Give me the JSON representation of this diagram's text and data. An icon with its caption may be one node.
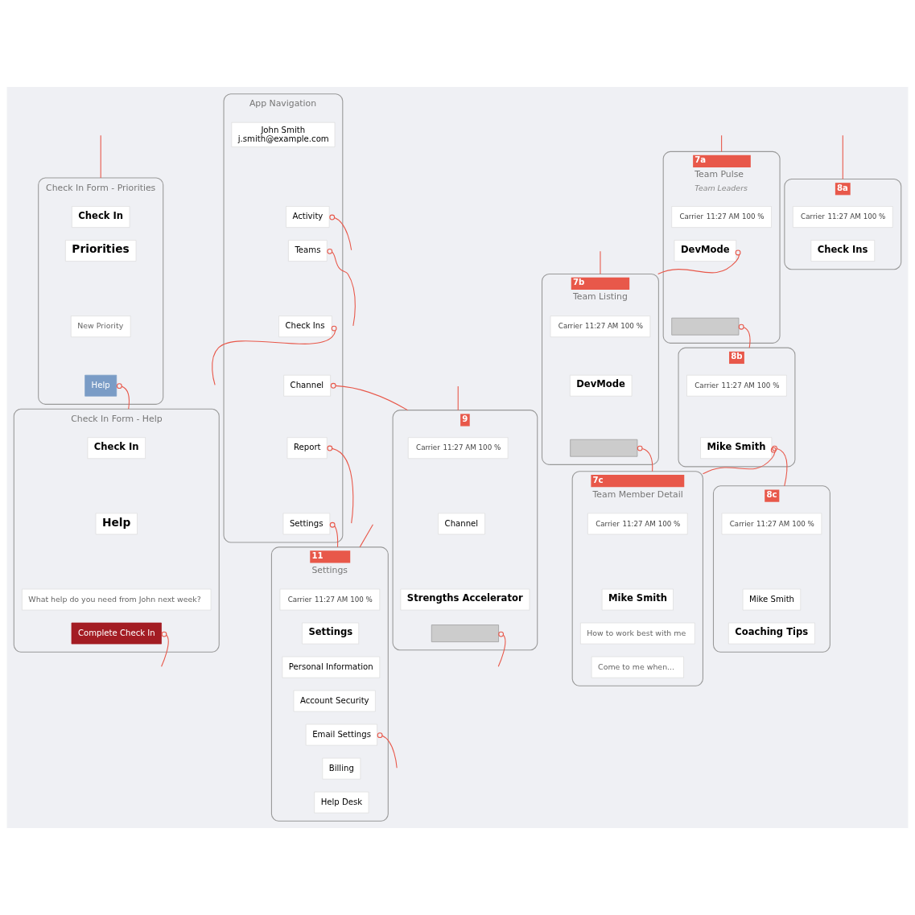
{
  "diagram": {
    "nodes": [
      {
        "text": [
          "Check In Form - Priorities"
        ]
      },
      {
        "text": [
          "Check In"
        ],
        "in": 0
      },
      {
        "text": [
          "Priorities"
        ],
        "in": 0
      },
      {
        "text": [
          "New Priority"
        ],
        "in": 0
      },
      {
        "text": [
          "Help"
        ],
        "in": 0
      },
      {
        "text": [
          "Check In Form - Help"
        ]
      },
      {
        "text": [
          "Check In"
        ],
        "in": 5
      },
      {
        "text": [
          "Help"
        ],
        "in": 5
      },
      {
        "text": [
          "What help do you need from John next week?"
        ],
        "in": 5
      },
      {
        "text": [
          "Complete Check In"
        ],
        "in": 5
      },
      {
        "text": [
          "App Navigation"
        ]
      },
      {
        "text": [
          "John Smith",
          "j.smith@example.com"
        ],
        "in": 10
      },
      {
        "text": [
          "Activity"
        ],
        "in": 10
      },
      {
        "text": [
          "Teams"
        ],
        "in": 10
      },
      {
        "text": [
          "Check Ins"
        ],
        "in": 10
      },
      {
        "text": [
          "Channel"
        ],
        "in": 10
      },
      {
        "text": [
          "Report"
        ],
        "in": 10
      },
      {
        "text": [
          "Settings"
        ],
        "in": 10
      },
      {
        "text": [
          "Team Pulse",
          "Team Leaders"
        ],
        "beside": [
          "7a"
        ]
      },
      {
        "text": [
          "Carrier",
          "11:27 AM",
          "100 %"
        ],
        "in": 18
      },
      {
        "text": [
          "DevMode"
        ],
        "in": 18
      },
      {
        "text": [],
        "shape": "box",
        "in": 18
      },
      {
        "text": [
          "Team Listing"
        ],
        "beside": [
          "7b"
        ]
      },
      {
        "text": [
          "Carrier",
          "11:27 AM",
          "100 %"
        ],
        "in": 22
      },
      {
        "text": [
          "DevMode"
        ],
        "in": 22
      },
      {
        "text": [],
        "shape": "box",
        "in": 22
      },
      {
        "text": [
          "Team Member Detail"
        ],
        "beside": [
          "7c"
        ]
      },
      {
        "text": [
          "Carrier",
          "11:27 AM",
          "100 %"
        ],
        "in": 26
      },
      {
        "text": [
          "Mike Smith"
        ],
        "in": 26
      },
      {
        "text": [
          "How to work best with me"
        ],
        "in": 26
      },
      {
        "text": [
          "Come to me when..."
        ],
        "in": 26
      },
      {
        "text": [
          "Settings"
        ],
        "beside": [
          "11"
        ]
      },
      {
        "text": [
          "Carrier",
          "11:27 AM",
          "100 %"
        ],
        "in": 31
      },
      {
        "text": [
          "Settings"
        ],
        "in": 31
      },
      {
        "text": [
          "Personal Information"
        ],
        "in": 31
      },
      {
        "text": [
          "Account Security"
        ],
        "in": 31
      },
      {
        "text": [
          "Email Settings"
        ],
        "in": 31
      },
      {
        "text": [
          "Billing"
        ],
        "in": 31
      },
      {
        "text": [
          "Help Desk"
        ],
        "in": 31
      },
      {
        "text": [],
        "shape": "box",
        "beside": [
          "8a"
        ]
      },
      {
        "text": [
          "Carrier",
          "11:27 AM",
          "100 %"
        ],
        "in": 39
      },
      {
        "text": [
          "Check Ins"
        ],
        "in": 39
      },
      {
        "text": [],
        "shape": "box",
        "beside": [
          "8b"
        ]
      },
      {
        "text": [
          "Carrier",
          "11:27 AM",
          "100 %"
        ],
        "in": 42
      },
      {
        "text": [
          "Mike Smith"
        ],
        "in": 42
      },
      {
        "text": [],
        "shape": "box",
        "beside": [
          "8c"
        ]
      },
      {
        "text": [
          "Carrier",
          "11:27 AM",
          "100 %"
        ],
        "in": 45
      },
      {
        "text": [
          "Mike Smith"
        ],
        "in": 45
      },
      {
        "text": [
          "Coaching Tips"
        ],
        "in": 45
      },
      {
        "text": [],
        "shape": "box",
        "beside": [
          "9"
        ]
      },
      {
        "text": [
          "Carrier",
          "11:27 AM",
          "100 %"
        ],
        "in": 49
      },
      {
        "text": [
          "Channel"
        ],
        "in": 49
      },
      {
        "text": [
          "Strengths Accelerator"
        ],
        "in": 49
      },
      {
        "text": [],
        "shape": "box",
        "in": 49
      }
    ],
    "edges": [
      {
        "from": null,
        "to": 0,
        "arrow": "none"
      },
      {
        "from": 4,
        "to": 5,
        "arrow": "other"
      },
      {
        "from": 9,
        "to": null,
        "arrow": "other"
      },
      {
        "from": 12,
        "to": null,
        "arrow": "other"
      },
      {
        "from": 13,
        "to": null,
        "arrow": "other"
      },
      {
        "from": 14,
        "to": null,
        "arrow": "other"
      },
      {
        "from": 15,
        "to": 49,
        "arrow": "other"
      },
      {
        "from": 16,
        "to": null,
        "arrow": "other"
      },
      {
        "from": 17,
        "to": 31,
        "arrow": "other"
      },
      {
        "from": null,
        "to": 22,
        "arrow": "none"
      },
      {
        "from": null,
        "to": 18,
        "arrow": "none"
      },
      {
        "from": 20,
        "to": 22,
        "arrow": "other"
      },
      {
        "from": 21,
        "to": 42,
        "arrow": "other"
      },
      {
        "from": 25,
        "to": 26,
        "arrow": "other"
      },
      {
        "from": 44,
        "to": 26,
        "arrow": "other"
      },
      {
        "from": 44,
        "to": 45,
        "arrow": "other"
      },
      {
        "from": null,
        "to": 31,
        "arrow": "none"
      },
      {
        "from": 36,
        "to": null,
        "arrow": "other"
      },
      {
        "from": null,
        "to": 49,
        "arrow": "none"
      },
      {
        "from": 53,
        "to": null,
        "arrow": "other"
      },
      {
        "from": null,
        "to": 39,
        "arrow": "none"
      }
    ]
  }
}
